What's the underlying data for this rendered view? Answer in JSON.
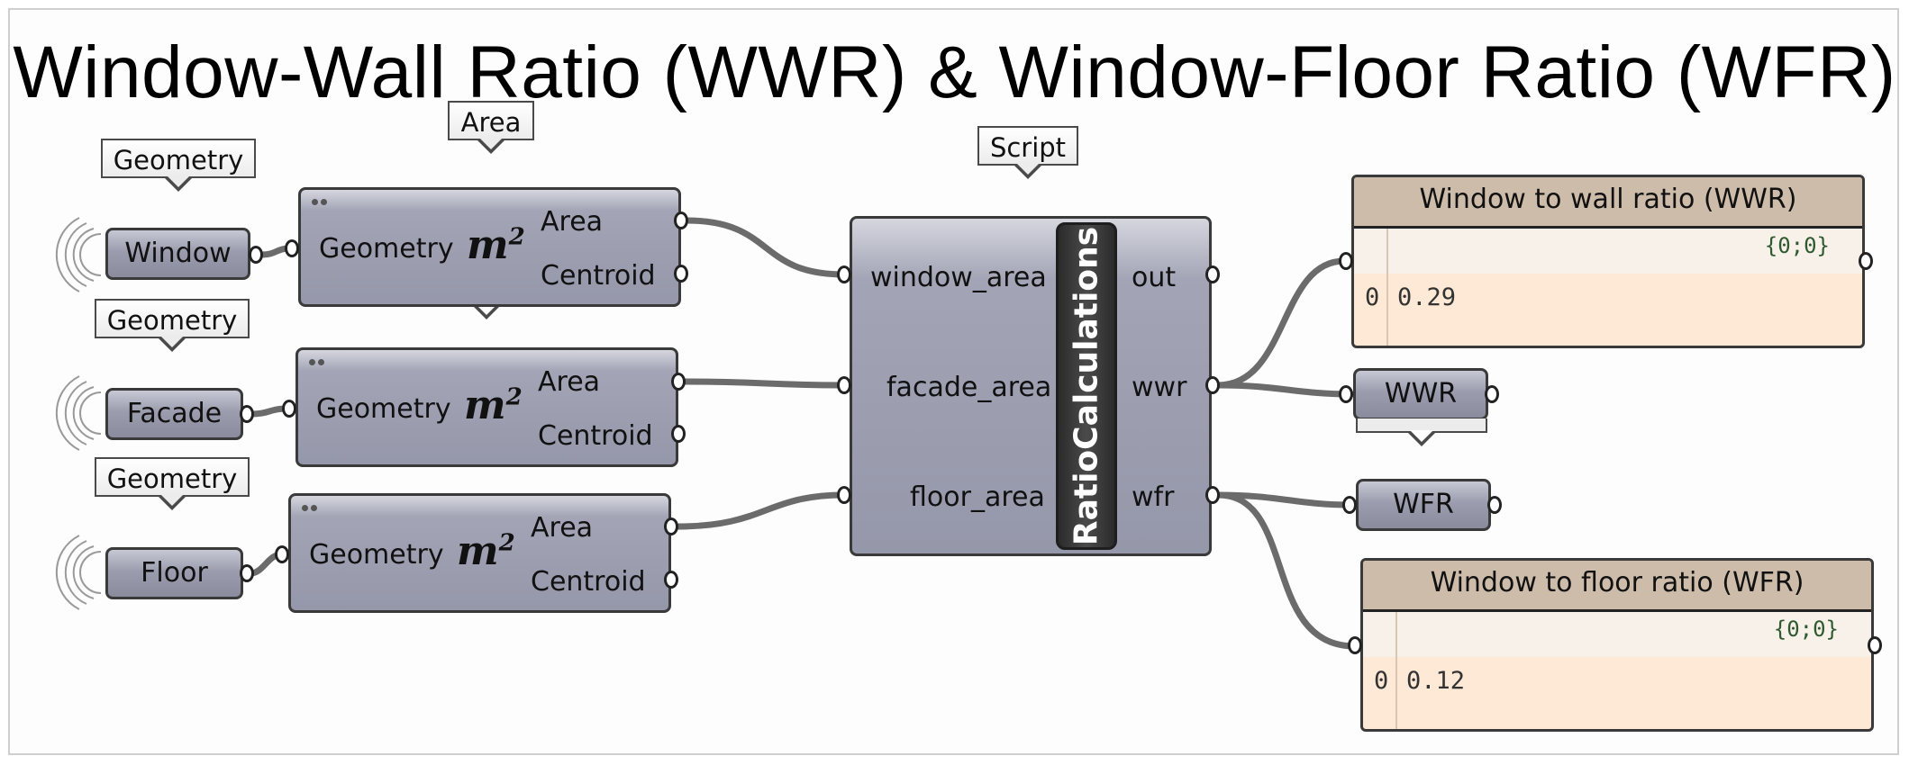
{
  "title": "Window-Wall Ratio (WWR) & Window-Floor Ratio (WFR)",
  "tags": {
    "geometry_1": "Geometry",
    "geometry_2": "Geometry",
    "geometry_3": "Geometry",
    "area": "Area",
    "script": "Script"
  },
  "params": {
    "window": "Window",
    "facade": "Facade",
    "floor": "Floor",
    "wwr": "WWR",
    "wfr": "WFR"
  },
  "area_components": [
    {
      "input": "Geometry",
      "output_1": "Area",
      "output_2": "Centroid",
      "symbol": "m",
      "symbol_sup": "2"
    },
    {
      "input": "Geometry",
      "output_1": "Area",
      "output_2": "Centroid",
      "symbol": "m",
      "symbol_sup": "2"
    },
    {
      "input": "Geometry",
      "output_1": "Area",
      "output_2": "Centroid",
      "symbol": "m",
      "symbol_sup": "2"
    }
  ],
  "script": {
    "name": "RatioCalculations",
    "inputs": [
      "window_area",
      "facade_area",
      "floor_area"
    ],
    "outputs": [
      "out",
      "wwr",
      "wfr"
    ]
  },
  "panels": [
    {
      "header": "Window to wall ratio (WWR)",
      "path": "{0;0}",
      "index": "0",
      "value": "0.29"
    },
    {
      "header": "Window to floor ratio (WFR)",
      "path": "{0;0}",
      "index": "0",
      "value": "0.12"
    }
  ]
}
